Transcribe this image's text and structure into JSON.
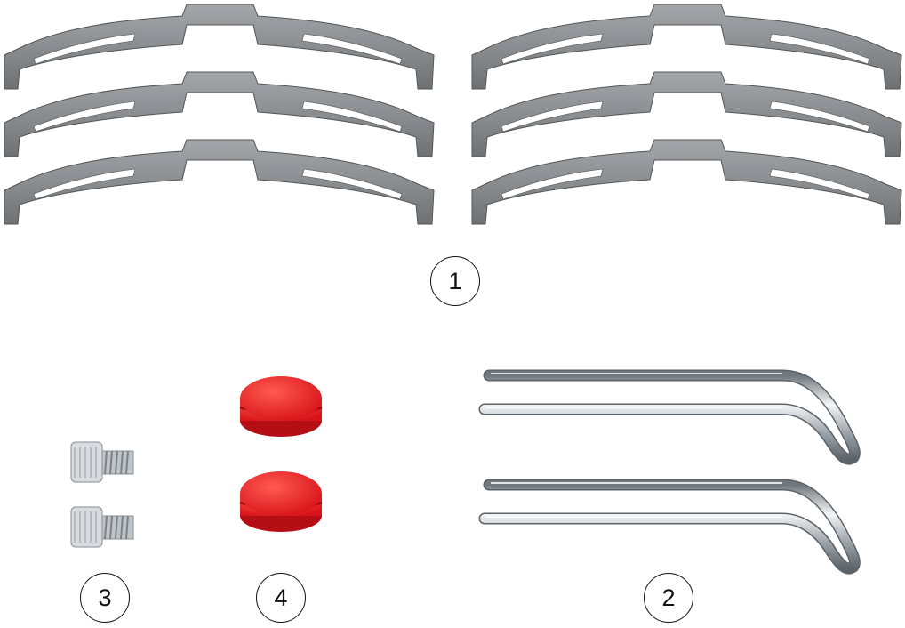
{
  "callouts": {
    "clips": "1",
    "pins": "2",
    "screws": "3",
    "caps": "4"
  },
  "colors": {
    "metal": "#8f9396",
    "metal_dark": "#5f6366",
    "cap_red": "#e8262a",
    "chrome": "#c9ced2"
  }
}
